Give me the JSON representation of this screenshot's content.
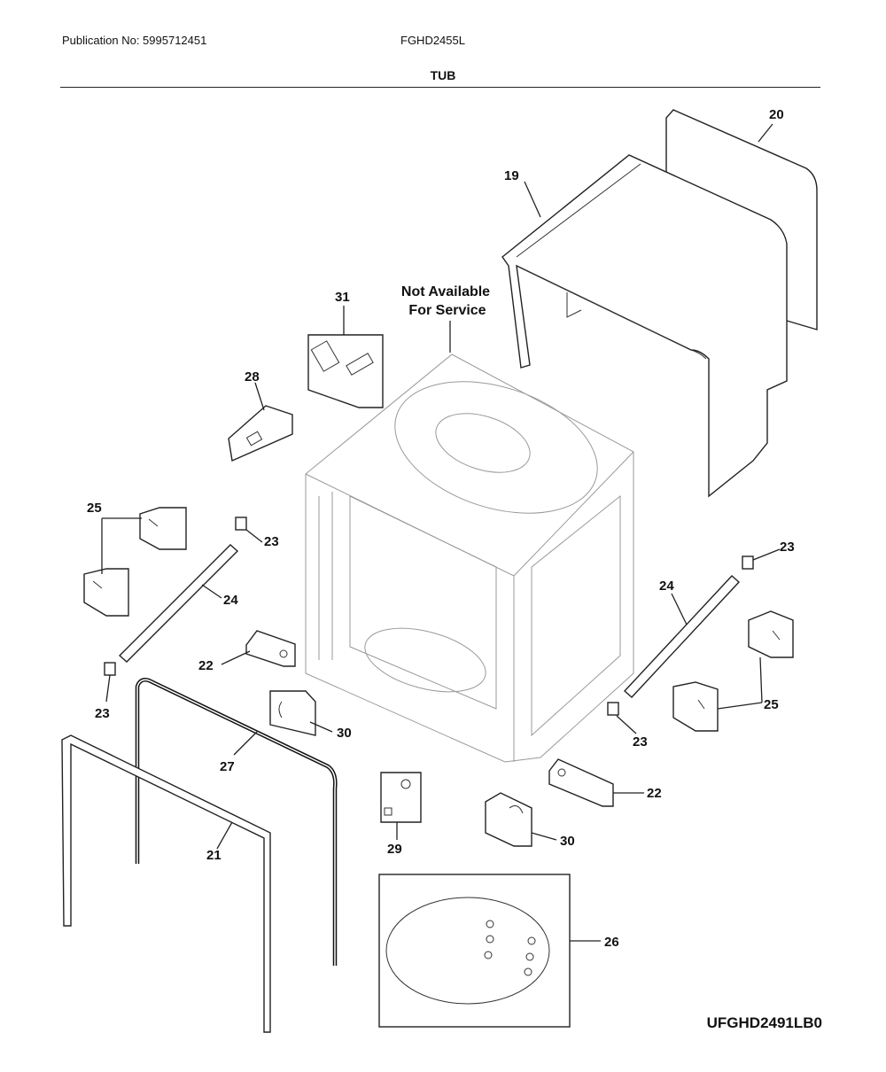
{
  "header": {
    "publication": "Publication No: 5995712451",
    "model": "FGHD2455L",
    "title": "TUB"
  },
  "footer": {
    "diagram_code": "UFGHD2491LB0"
  },
  "note": {
    "line1": "Not Available",
    "line2": "For Service"
  },
  "callouts": {
    "c19": "19",
    "c20": "20",
    "c21": "21",
    "c22a": "22",
    "c22b": "22",
    "c23a": "23",
    "c23b": "23",
    "c23c": "23",
    "c23d": "23",
    "c24a": "24",
    "c24b": "24",
    "c25a": "25",
    "c25b": "25",
    "c26": "26",
    "c27": "27",
    "c28": "28",
    "c29": "29",
    "c30a": "30",
    "c30b": "30",
    "c31": "31"
  }
}
